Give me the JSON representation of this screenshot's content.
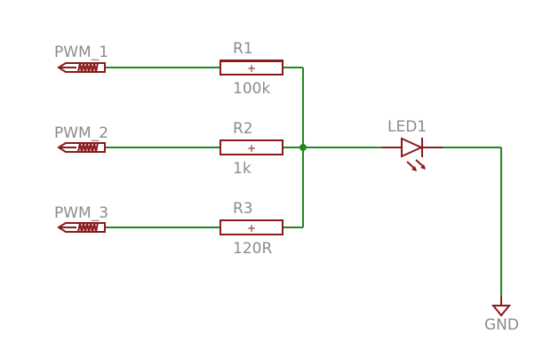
{
  "schematic": {
    "inputs": [
      {
        "net_label": "PWM_1"
      },
      {
        "net_label": "PWM_2"
      },
      {
        "net_label": "PWM_3"
      }
    ],
    "resistors": [
      {
        "designator": "R1",
        "value": "100k"
      },
      {
        "designator": "R2",
        "value": "1k"
      },
      {
        "designator": "R3",
        "value": "120R"
      }
    ],
    "resistor_symbol_mark": "+",
    "led": {
      "designator": "LED1"
    },
    "ground": {
      "label": "GND"
    },
    "colors": {
      "wire": "#1f8a1f",
      "component": "#8b1a1a",
      "text": "#8c8c8c",
      "junction": "#1f8a1f"
    }
  }
}
